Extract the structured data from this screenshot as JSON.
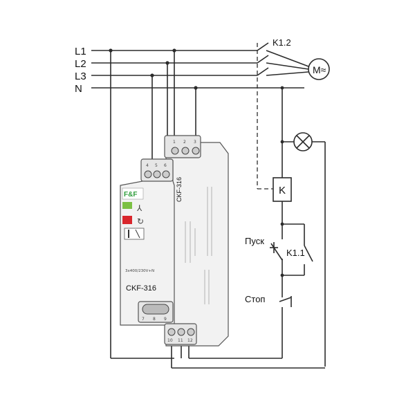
{
  "lines": [
    "L1",
    "L2",
    "L3",
    "N"
  ],
  "contact_k12": "K1.2",
  "motor": "M≈",
  "relay_coil": "K",
  "start_label": "Пуск",
  "start_contact": "K1.1",
  "stop_label": "Стоп",
  "device": {
    "brand": "F&F",
    "side_model": "CKF-316",
    "voltage": "3x400/230V+N",
    "front_model": "CKF-316",
    "top_terminals": [
      "1",
      "2",
      "3"
    ],
    "mid_terminals": [
      "4",
      "5",
      "6"
    ],
    "lower_terminals": [
      "7",
      "8",
      "9"
    ],
    "bottom_terminals": [
      "10",
      "11",
      "12"
    ]
  },
  "colors": {
    "wire": "#2b2b2b",
    "led_green": "#7bc043",
    "led_red": "#d9262c",
    "logo_green": "#2e9c3a"
  }
}
